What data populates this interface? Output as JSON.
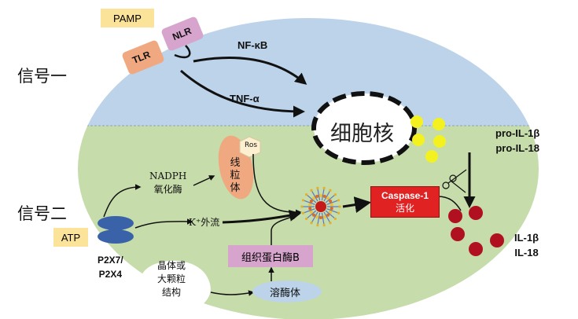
{
  "signals": {
    "one": "信号一",
    "two": "信号二"
  },
  "tags": {
    "pamp": "PAMP",
    "atp": "ATP"
  },
  "receptors": {
    "tlr": "TLR",
    "nlr": "NLR",
    "p2x7": "P2X7/",
    "p2x4": "P2X4"
  },
  "pathways": {
    "nfkb": "NF-κB",
    "tnfa": "TNF-α"
  },
  "nucleus": "细胞核",
  "mito": {
    "ros": "Ros",
    "line1": "线",
    "line2": "粒",
    "line3": "体"
  },
  "nadph": {
    "line1": "NADPH",
    "line2": "氧化酶"
  },
  "k_efflux": "K⁺外流",
  "caspase": {
    "line1": "Caspase-1",
    "line2": "活化"
  },
  "cathepsin": "组织蛋白酶B",
  "lysosome": "溶酶体",
  "crystal": {
    "line1": "晶体或",
    "line2": "大颗粒",
    "line3": "结构"
  },
  "pro_cytokines": {
    "line1": "pro-IL-1β",
    "line2": "pro-IL-18"
  },
  "cytokines": {
    "line1": "IL-1β",
    "line2": "IL-18"
  },
  "colors": {
    "upper_cell": "#bcd3ea",
    "lower_cell": "#c6dcaa",
    "tag": "#fbe39a",
    "tlr": "#f0a880",
    "nlr": "#d6a4cc",
    "mitochondria": "#f0a880",
    "caspase": "#e02222",
    "cathepsin": "#d6a4cc",
    "lysosome": "#bcd3ea",
    "p2x": "#3a62a8",
    "pro_cytokine": "#f3f220",
    "cytokine": "#b01020"
  }
}
